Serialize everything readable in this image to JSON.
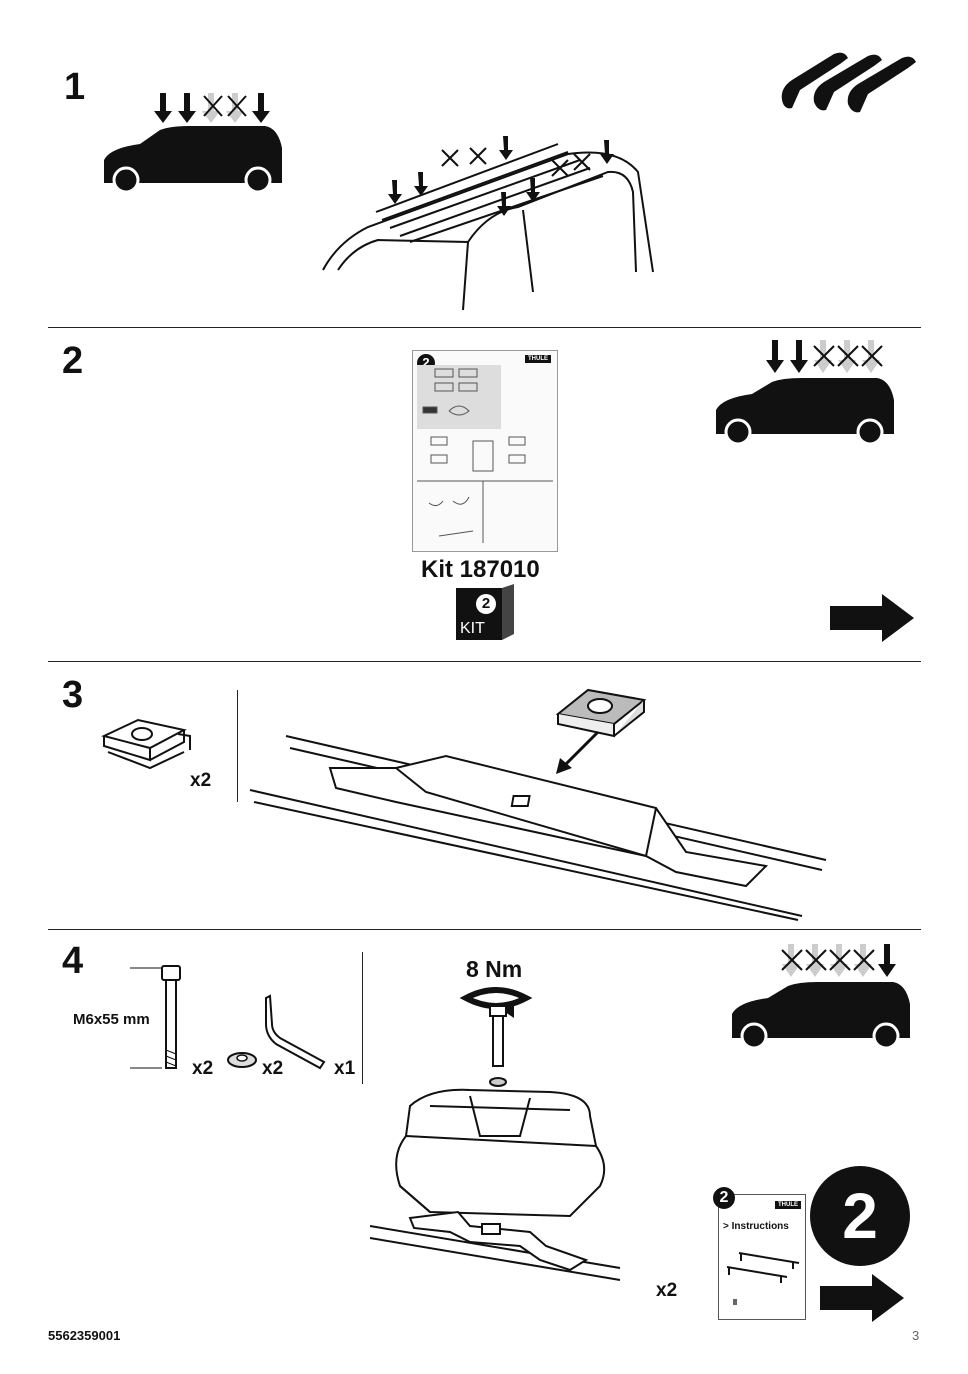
{
  "steps": {
    "s1": "1",
    "s2": "2",
    "s3": "3",
    "s4": "4"
  },
  "kit": {
    "title": "Kit 187010",
    "badge_num": "2",
    "badge_text": "KIT",
    "booklet_num": "2",
    "booklet_brand": "THULE"
  },
  "step3": {
    "qty": "x2"
  },
  "step4": {
    "bolt_label": "M6x55 mm",
    "qty_bolt": "x2",
    "qty_washer": "x2",
    "qty_key": "x1",
    "torque": "8 Nm",
    "qty_feet": "x2",
    "next_num": "2",
    "booklet_num": "2",
    "booklet_brand": "THULE",
    "booklet_text": "> Instructions"
  },
  "footer": {
    "doc_number": "5562359001",
    "page_number": "3"
  }
}
